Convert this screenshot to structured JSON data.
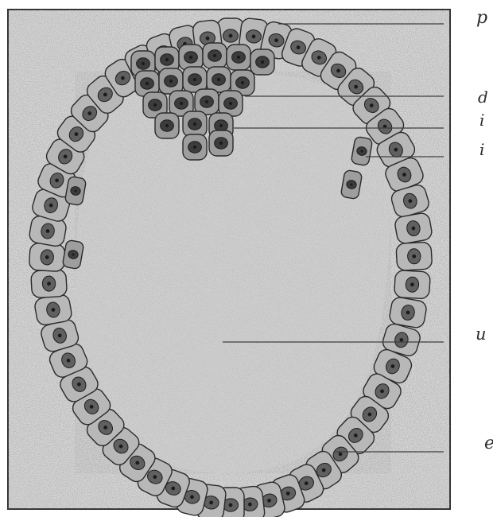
{
  "figure": {
    "labels": {
      "p": "p",
      "d": "d",
      "i1": "i",
      "i2": "i",
      "u": "u",
      "e": "e"
    }
  },
  "colors": {
    "paper": "#ffffff",
    "background_speckle": "#d9d9d9",
    "cavity_fill": "#d2d2d2",
    "cell_fill": "#b8b8b8",
    "cell_outline": "#2a2a2a",
    "nucleus_fill": "#606060",
    "leader_line": "#4a4a4a"
  }
}
